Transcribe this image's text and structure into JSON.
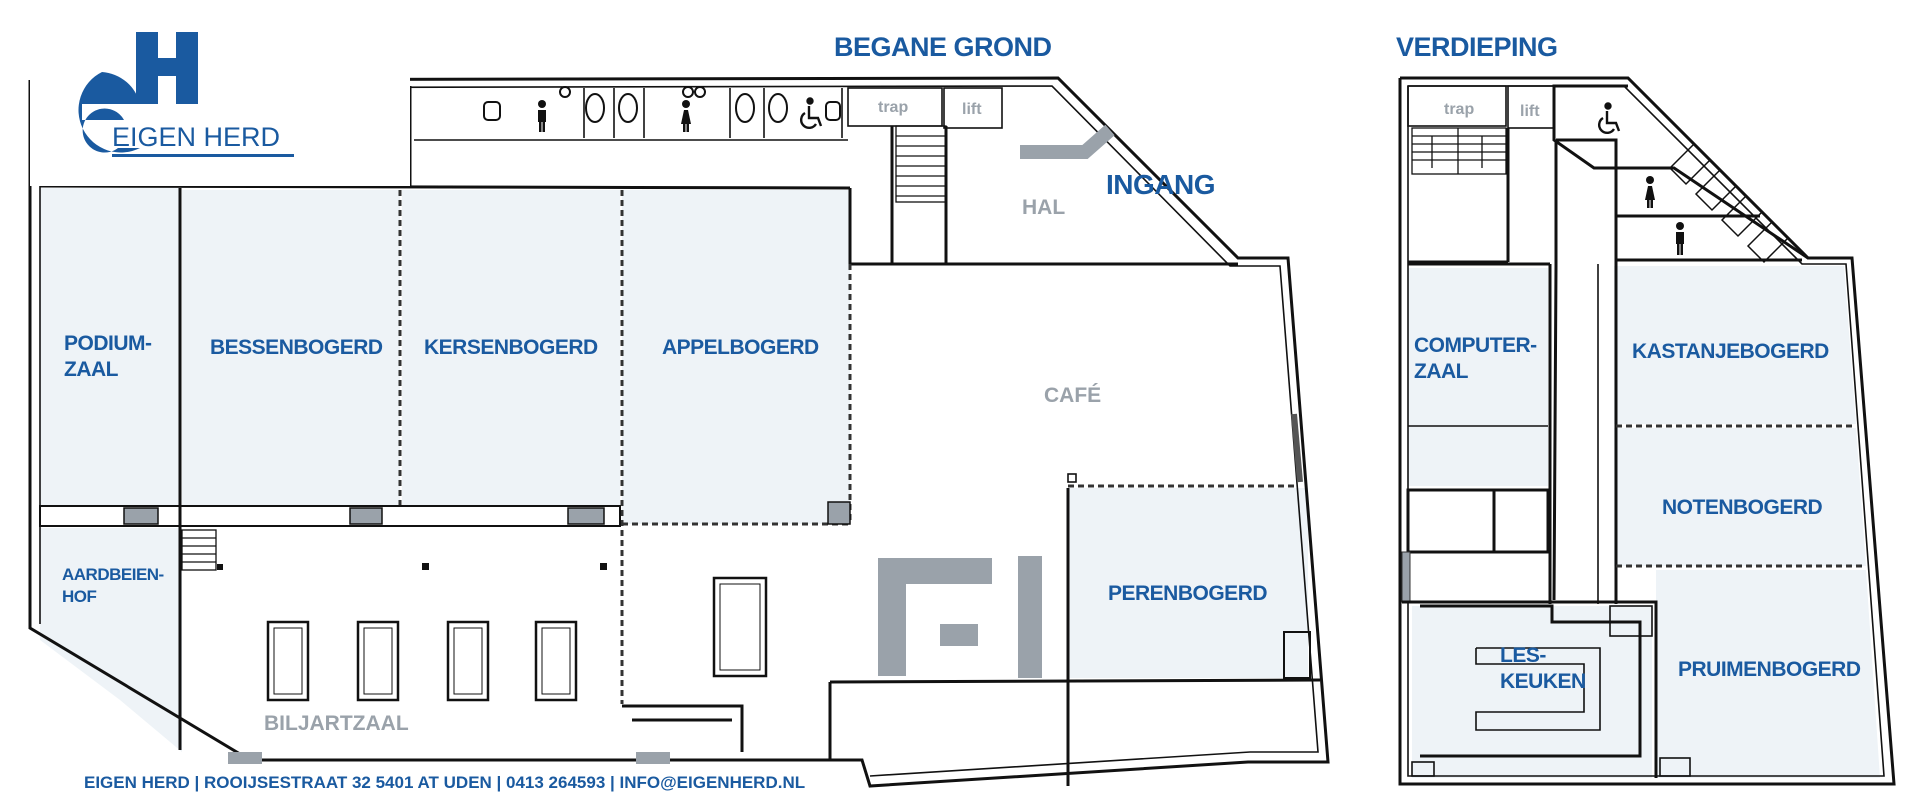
{
  "logo": {
    "mark": "eH",
    "name": "EIGEN HERD"
  },
  "floors": {
    "ground_title": "BEGANE GROND",
    "upper_title": "VERDIEPING"
  },
  "entrance_label": "INGANG",
  "ground_rooms": {
    "podium_line1": "PODIUM-",
    "podium_line2": "ZAAL",
    "bessenbogerd": "BESSENBOGERD",
    "kersenbogerd": "KERSENBOGERD",
    "appelbogerd": "APPELBOGERD",
    "aardbeien_line1": "AARDBEIEN-",
    "aardbeien_line2": "HOF",
    "biljartzaal": "BILJARTZAAL",
    "perenbogerd": "PERENBOGERD",
    "cafe": "CAFÉ",
    "hal": "HAL",
    "trap": "trap",
    "lift": "lift"
  },
  "upper_rooms": {
    "computer_line1": "COMPUTER-",
    "computer_line2": "ZAAL",
    "kastanjebogerd": "KASTANJEBOGERD",
    "notenbogerd": "NOTENBOGERD",
    "prujmenbogerd": "PRUIMENBOGERD",
    "les_line1": "LES-",
    "les_line2": "KEUKEN",
    "trap": "trap",
    "lift": "lift"
  },
  "icons": {
    "male": "male-toilet-icon",
    "female": "female-toilet-icon",
    "wheelchair": "wheelchair-icon"
  },
  "footer": "EIGEN HERD | ROOIJSESTRAAT 32 5401 AT UDEN | 0413 264593 | INFO@EIGENHERD.NL",
  "colors": {
    "brand_blue": "#1a5aa0",
    "label_grey": "#9aa2aa",
    "room_fill": "#eef3f7",
    "wall": "#111111"
  }
}
